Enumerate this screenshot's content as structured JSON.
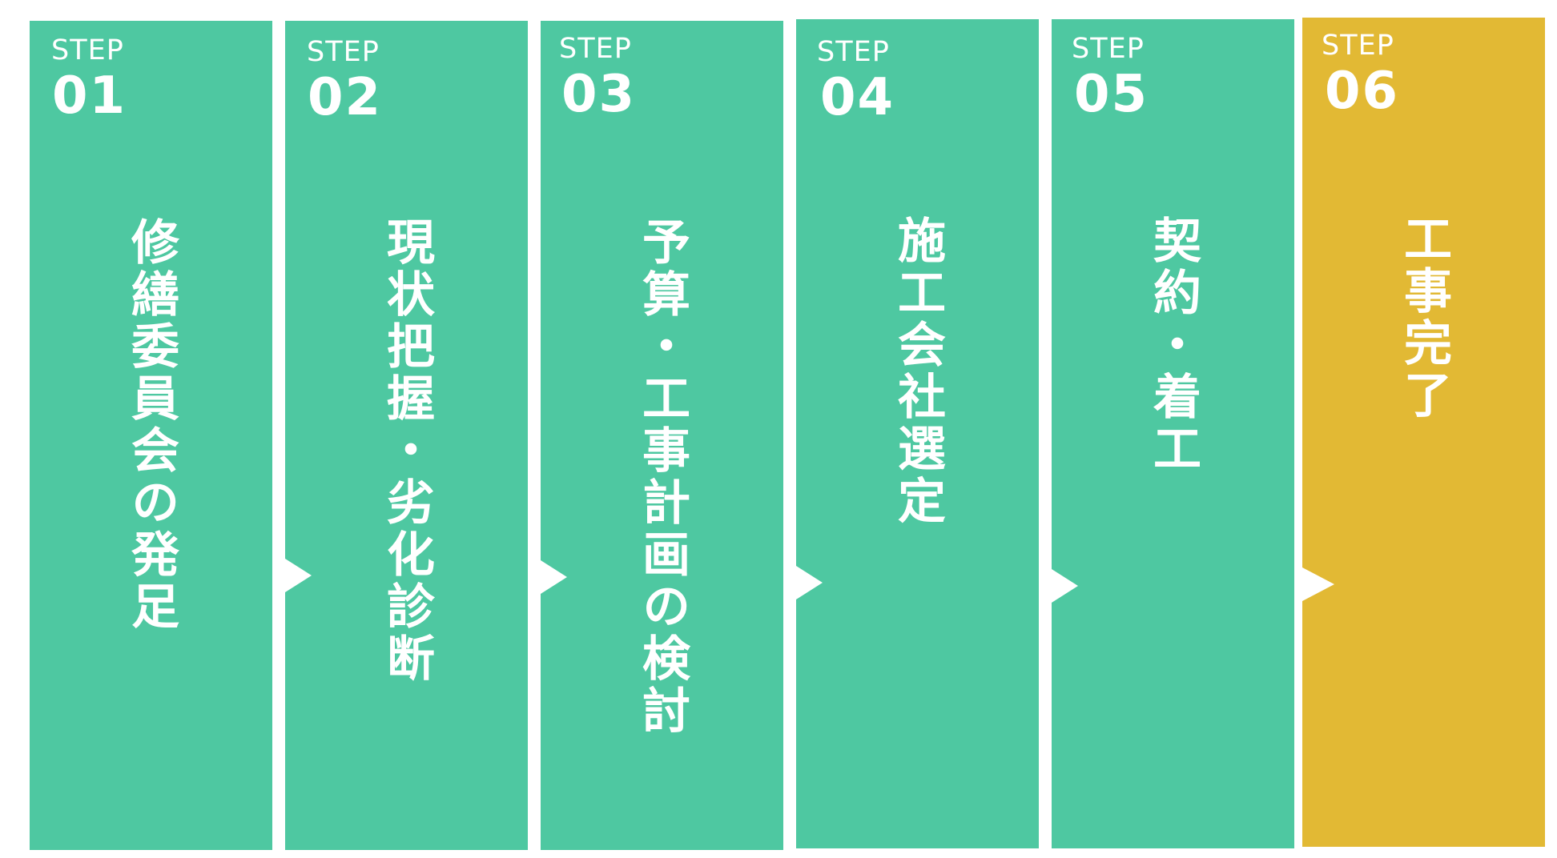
{
  "colors": {
    "step_green": "#4ec8a1",
    "step_final": "#e2b934",
    "text": "#ffffff"
  },
  "steps": [
    {
      "label": "STEP",
      "number": "01",
      "title": "修繕委員会の発足"
    },
    {
      "label": "STEP",
      "number": "02",
      "title": "現状把握・劣化診断"
    },
    {
      "label": "STEP",
      "number": "03",
      "title": "予算・工事計画の検討"
    },
    {
      "label": "STEP",
      "number": "04",
      "title": "施工会社選定"
    },
    {
      "label": "STEP",
      "number": "05",
      "title": "契約・着工"
    },
    {
      "label": "STEP",
      "number": "06",
      "title": "工事完了"
    }
  ]
}
